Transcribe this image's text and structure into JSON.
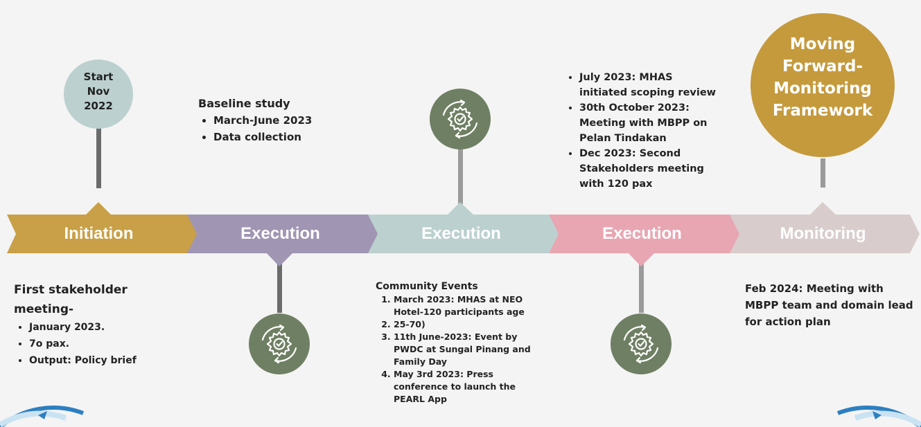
{
  "start": {
    "line1": "Start",
    "line2": "Nov",
    "line3": "2022"
  },
  "moving_forward": {
    "line1": "Moving",
    "line2": "Forward-",
    "line3": "Monitoring",
    "line4": "Framework"
  },
  "stages": [
    {
      "label": "Initiation",
      "color": "#c9a047"
    },
    {
      "label": "Execution",
      "color": "#a095b3"
    },
    {
      "label": "Execution",
      "color": "#bcd1cf"
    },
    {
      "label": "Execution",
      "color": "#e8a6b3"
    },
    {
      "label": "Monitoring",
      "color": "#d8cdcc"
    }
  ],
  "baseline": {
    "title": "Baseline study",
    "items": [
      "March-June 2023",
      "Data collection"
    ]
  },
  "first_meeting": {
    "title_line1": "First stakeholder",
    "title_line2": "meeting-",
    "items": [
      "January 2023.",
      "7o pax.",
      "Output: Policy brief"
    ]
  },
  "community_events": {
    "title": "Community Events",
    "items": [
      "March 2023:  MHAS at NEO Hotel-120 participants age",
      "25-70)",
      "11th June-2023: Event by PWDC at Sungal Pinang and Family Day",
      "May 3rd 2023: Press conference to launch the PEARL App"
    ]
  },
  "scoping": {
    "items": [
      "July 2023: MHAS initiated scoping review",
      "30th October 2023: Meeting with MBPP on Pelan Tindakan",
      "Dec 2023: Second Stakeholders meeting with 120 pax"
    ]
  },
  "feb_meeting": {
    "text": "Feb 2024: Meeting with MBPP team and domain lead for action plan"
  },
  "colors": {
    "gear_circle": "#6f7f63",
    "start_circle": "#bcd1cf",
    "gold_circle": "#c49a3d",
    "connector": "#6b6b6b",
    "background": "#f4f4f4"
  }
}
